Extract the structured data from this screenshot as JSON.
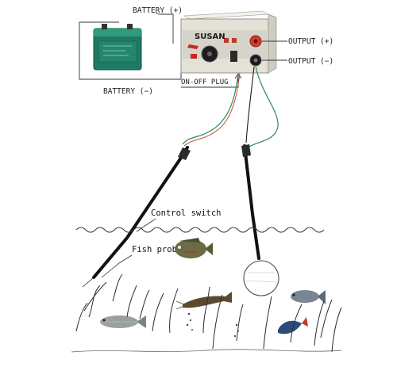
{
  "labels": {
    "battery_pos": "BATTERY (+)",
    "battery_neg": "BATTERY (−)",
    "output_pos": "OUTPUT (+)",
    "output_neg": "OUTPUT (−)",
    "on_off_plug": "ON-OFF PLUG",
    "control_switch": "Control switch",
    "fish_probe": "Fish probe"
  },
  "device": {
    "brand": "SUSAN"
  },
  "colors": {
    "wire_red": "#c0392b",
    "wire_black": "#1a1a1a",
    "wire_green": "#2e8b57",
    "battery_body": "#1f7a63",
    "device_body": "#e4e1d6",
    "water_line": "#333333"
  }
}
